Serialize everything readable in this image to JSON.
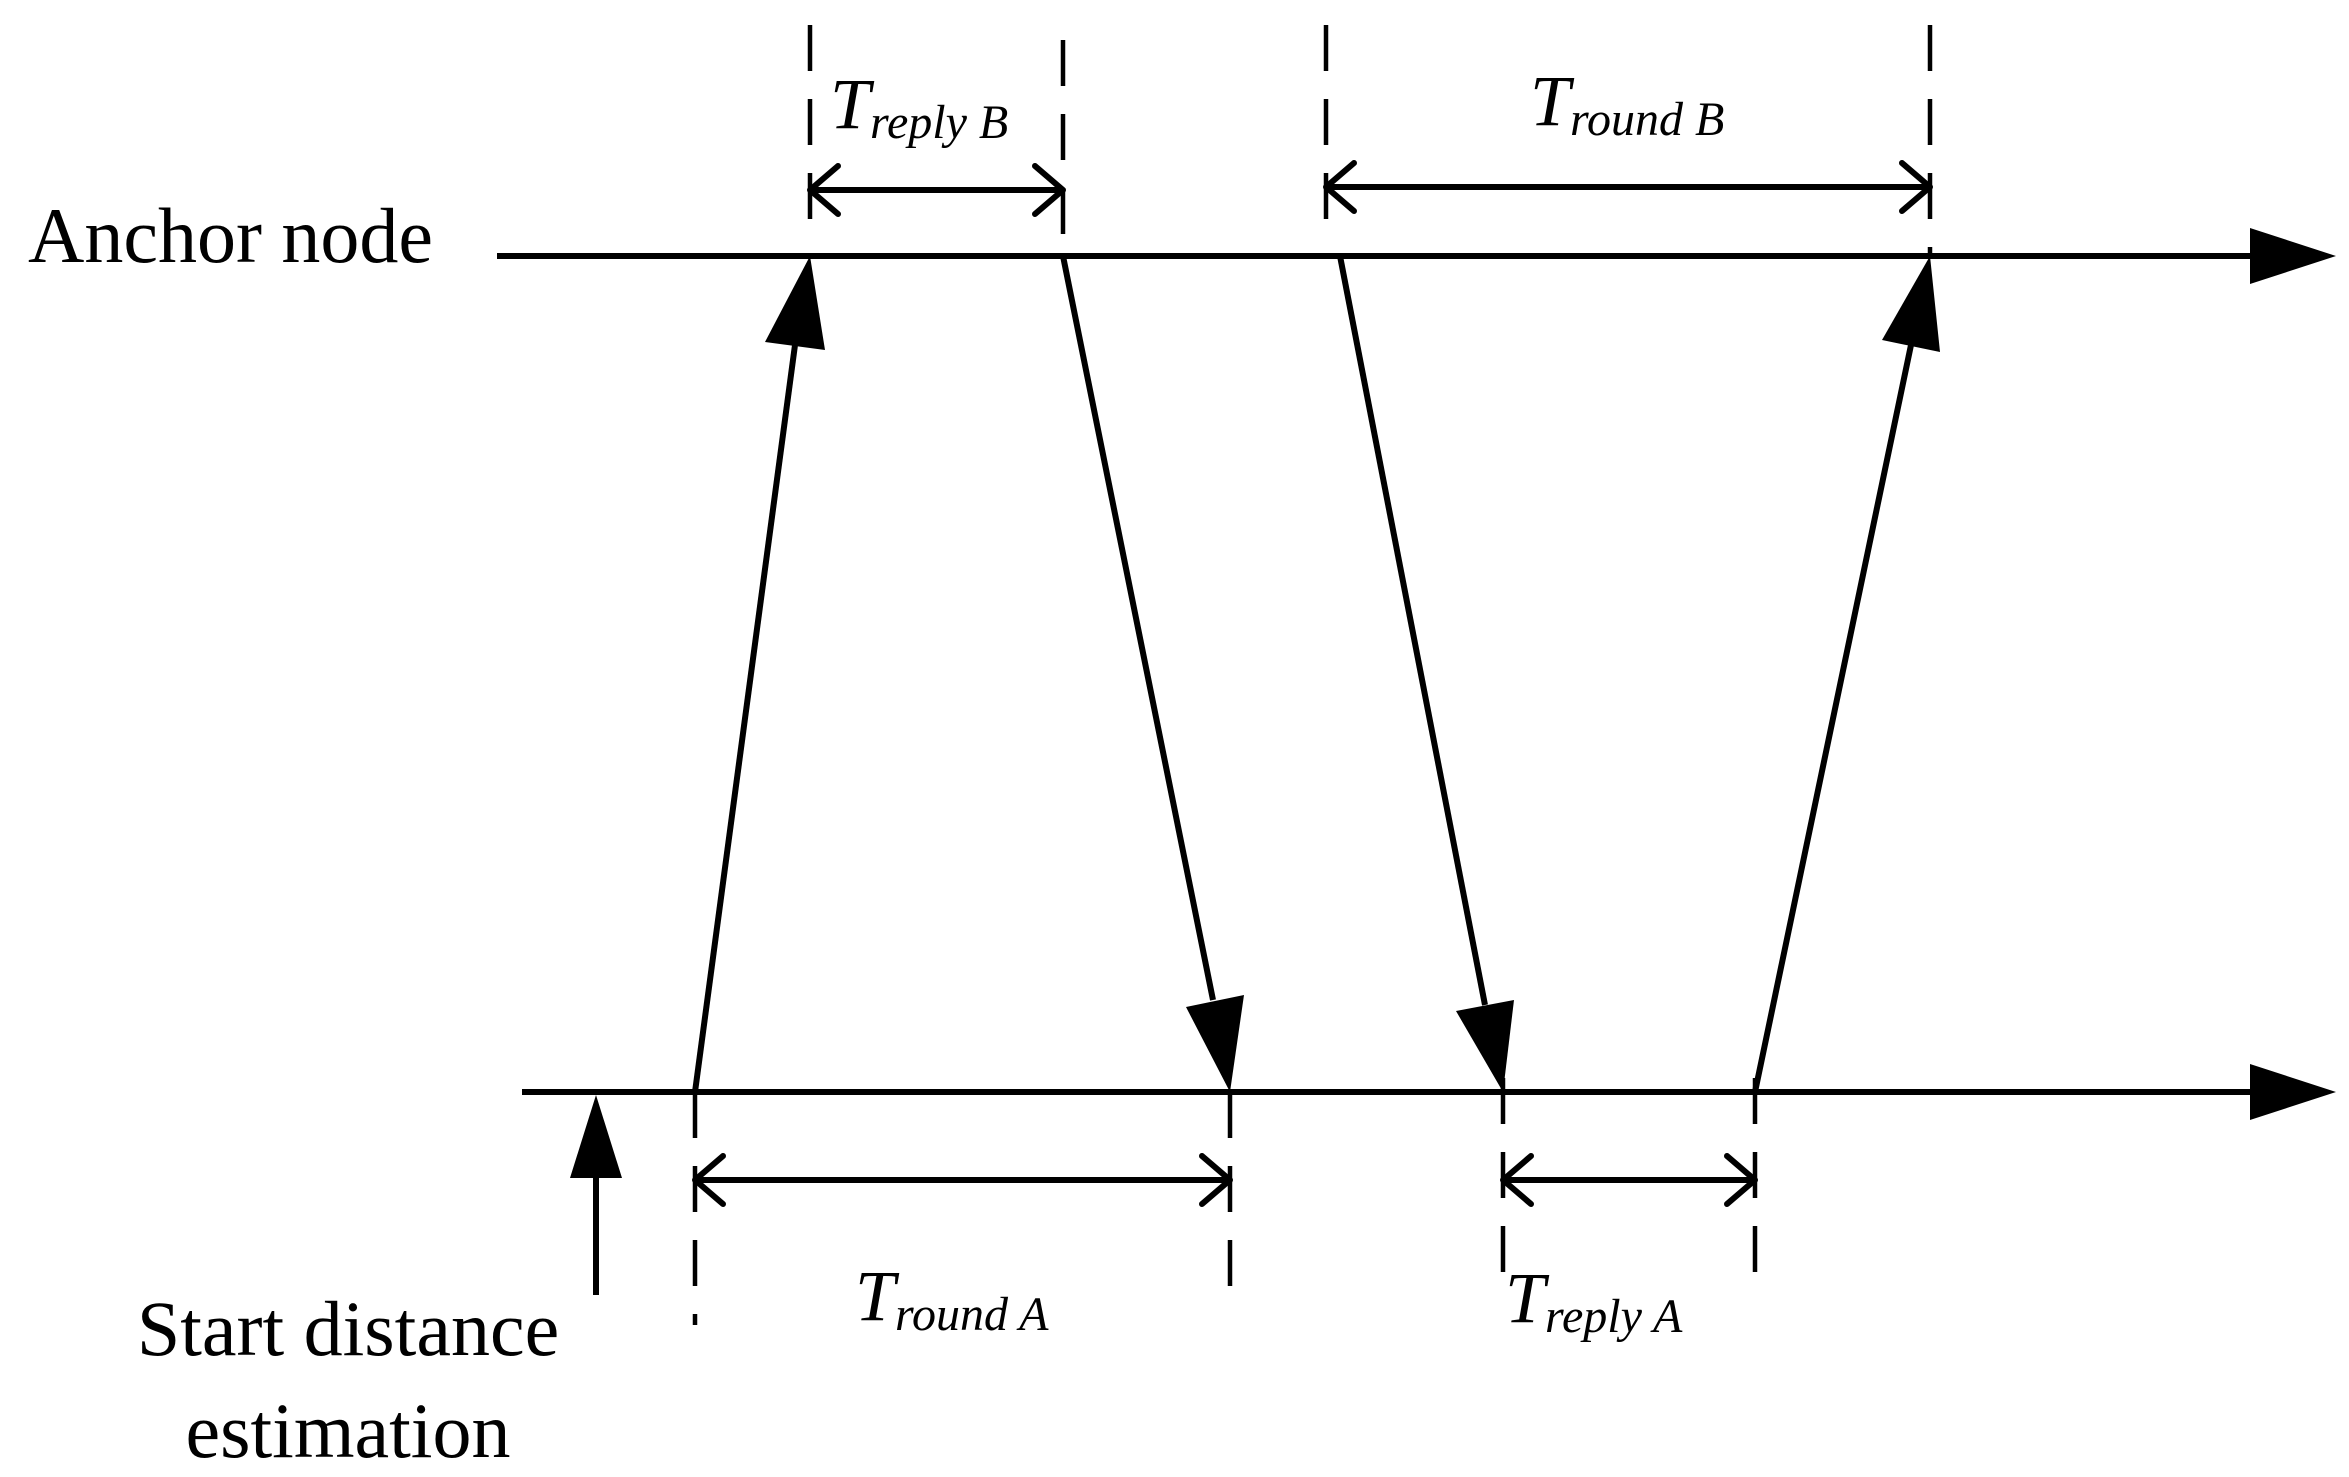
{
  "labels": {
    "anchor_node": "Anchor node",
    "start_line1": "Start distance",
    "start_line2": "estimation"
  },
  "intervals": {
    "reply_b": {
      "t": "T",
      "sub": "reply B"
    },
    "round_b": {
      "t": "T",
      "sub": "round B"
    },
    "round_a": {
      "t": "T",
      "sub": "round A"
    },
    "reply_a": {
      "t": "T",
      "sub": "reply A"
    }
  }
}
